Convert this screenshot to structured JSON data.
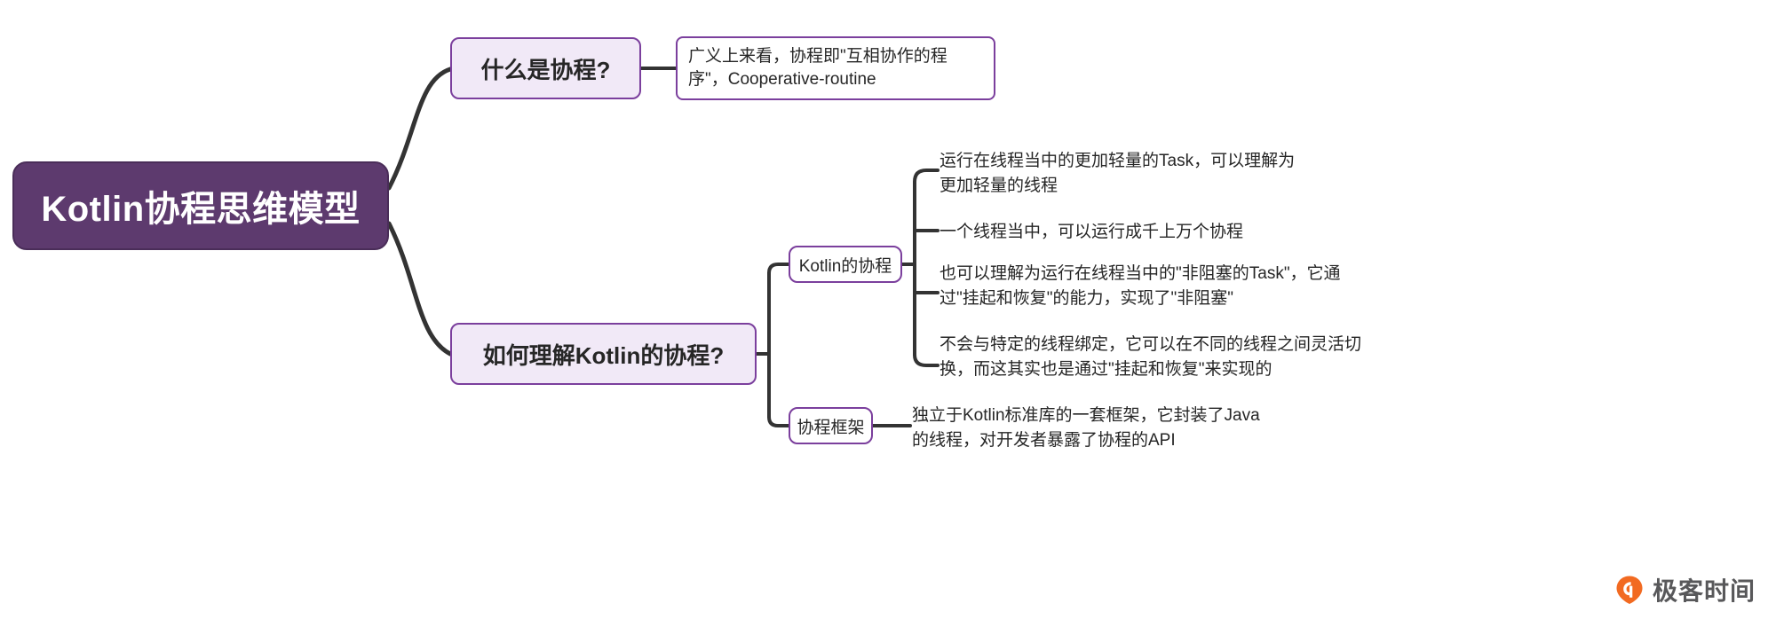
{
  "root": {
    "label": "Kotlin协程思维模型"
  },
  "branches": [
    {
      "label": "什么是协程?"
    },
    {
      "label": "如何理解Kotlin的协程?"
    }
  ],
  "nodes": {
    "definition": "广义上来看，协程即\"互相协作的程序\"，Cooperative-routine",
    "kotlin_coroutine": "Kotlin的协程",
    "coroutine_framework": "协程框架"
  },
  "leaves": {
    "l1": "运行在线程当中的更加轻量的Task，可以理解为\n更加轻量的线程",
    "l2": "一个线程当中，可以运行成千上万个协程",
    "l3": "也可以理解为运行在线程当中的\"非阻塞的Task\"，它通\n过\"挂起和恢复\"的能力，实现了\"非阻塞\"",
    "l4": "不会与特定的线程绑定，它可以在不同的线程之间灵活切\n换，而这其实也是通过\"挂起和恢复\"来实现的",
    "l5": "独立于Kotlin标准库的一套框架，它封装了Java\n的线程，对开发者暴露了协程的API"
  },
  "watermark": {
    "text": "极客时间",
    "icon": "geekbang-pin-icon",
    "color": "#F26A21"
  },
  "colors": {
    "root_fill": "#5D3A6E",
    "branch_fill": "#F1E9F7",
    "border": "#7B3F9D",
    "edge": "#333333",
    "text": "#262626"
  }
}
